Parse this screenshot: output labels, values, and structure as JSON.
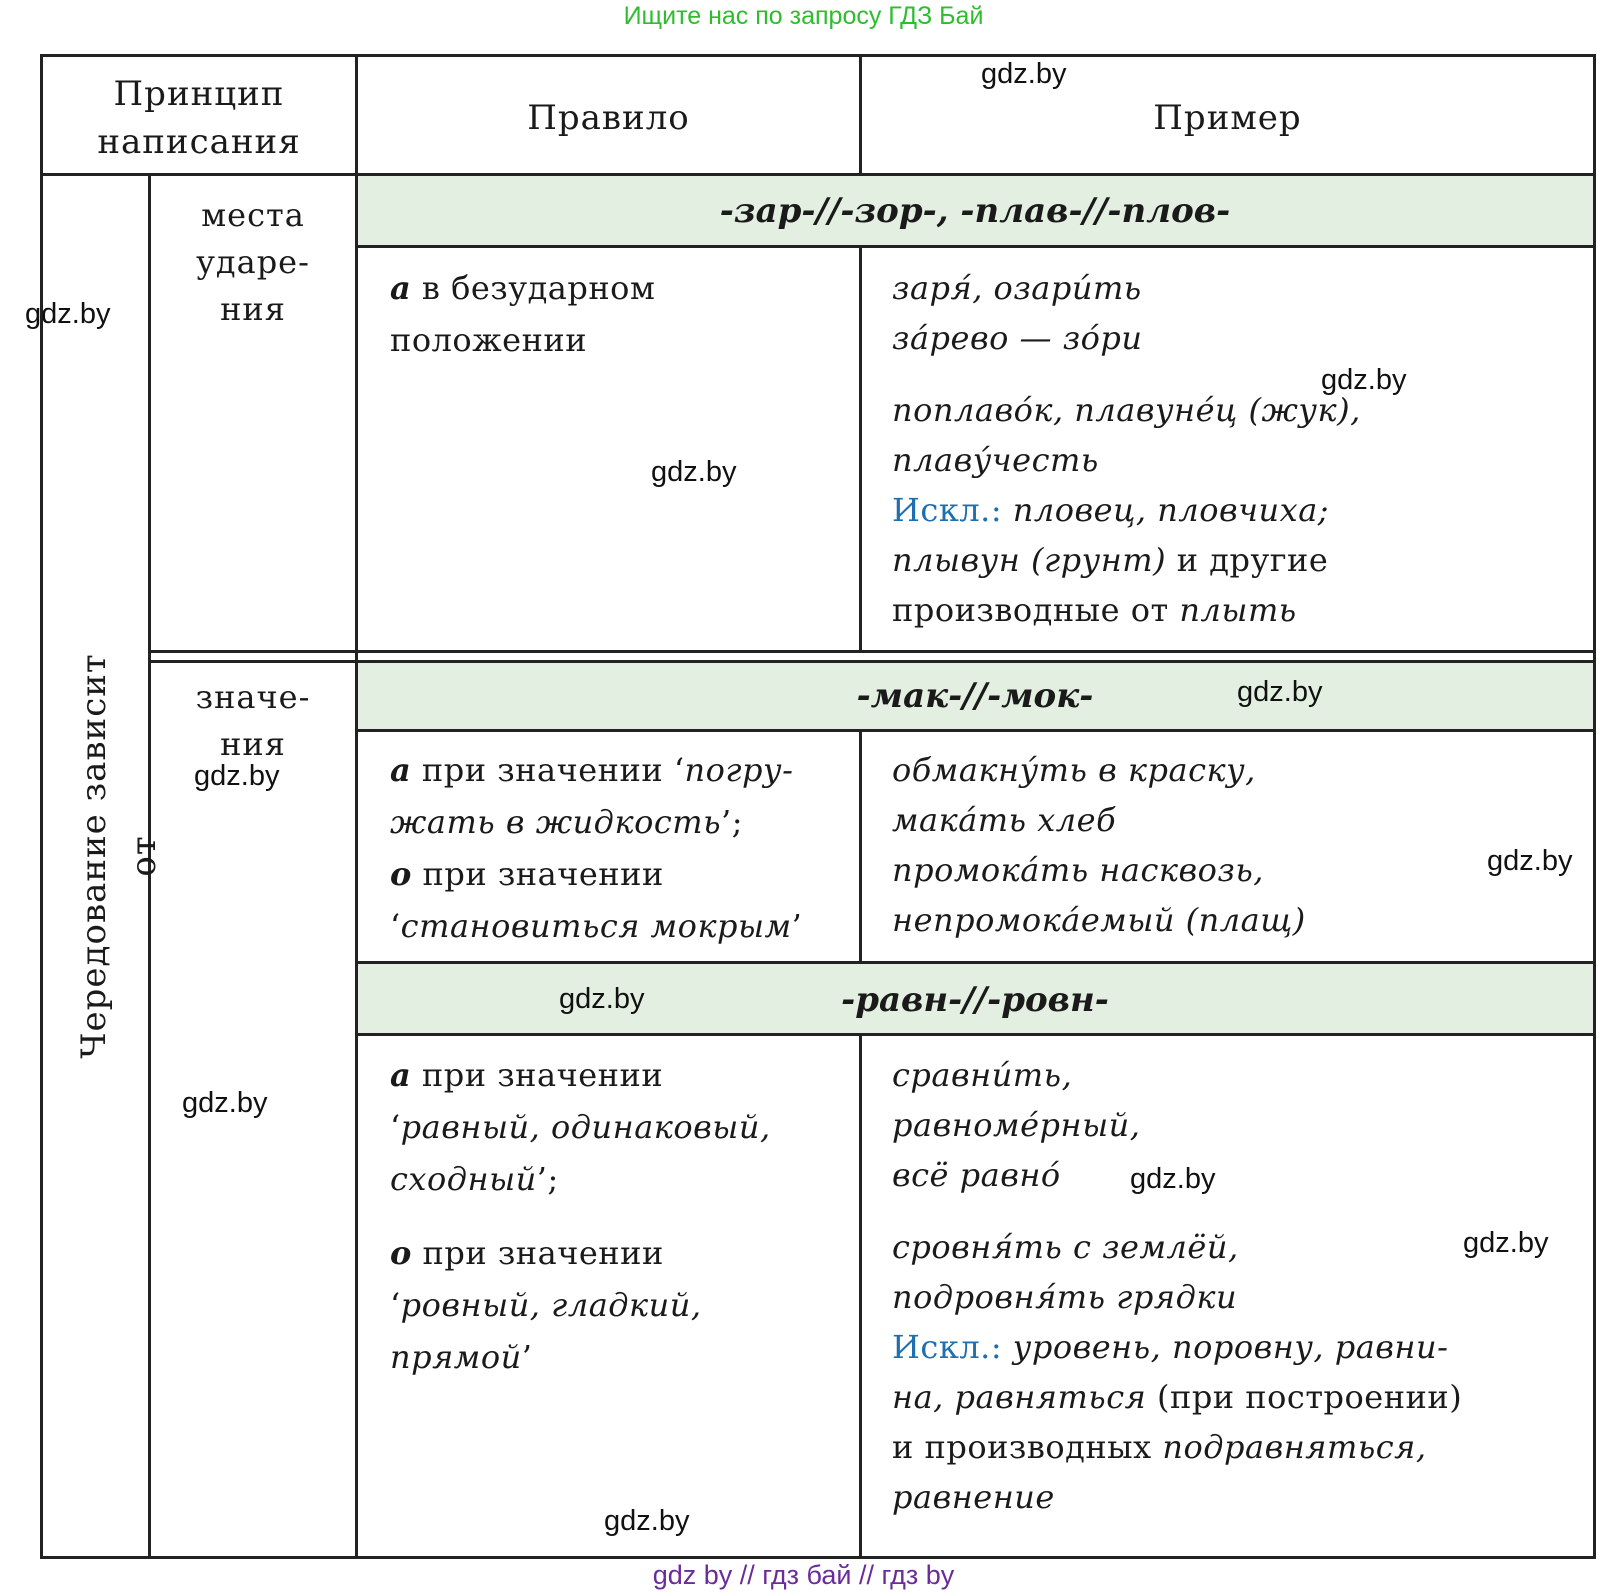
{
  "banner_top": "Ищите нас по запросу ГДЗ Бай",
  "banner_bottom": "gdz by  //  гдз бай  //  гдз by",
  "watermark": "gdz.by",
  "header": {
    "principle": [
      "Принцип",
      "написания"
    ],
    "rule": "Правило",
    "example": "Пример"
  },
  "side_label": "Чередование зависит от",
  "sections": [
    {
      "category": [
        "места",
        "ударе-",
        "ния"
      ],
      "root": "-зар-//-зор-, -плав-//-плов-",
      "rule_lines": [
        [
          {
            "t": "а",
            "s": "bi"
          },
          {
            "t": " в безударном",
            "s": ""
          }
        ],
        [
          {
            "t": "положении",
            "s": ""
          }
        ]
      ],
      "example_lines": [
        [
          {
            "t": "заря́, озари́ть",
            "s": "it"
          }
        ],
        [
          {
            "t": "за́рево — зо́ри",
            "s": "it"
          }
        ],
        [],
        [
          {
            "t": "поплаво́к, плавуне́ц (жук),",
            "s": "it"
          }
        ],
        [
          {
            "t": "плаву́честь",
            "s": "it"
          }
        ],
        [
          {
            "t": "Искл.: ",
            "s": "exc"
          },
          {
            "t": "пловец, пловчиха;",
            "s": "it"
          }
        ],
        [
          {
            "t": "плывун (грунт)",
            "s": "it"
          },
          {
            "t": " и другие",
            "s": ""
          }
        ],
        [
          {
            "t": "производные от ",
            "s": ""
          },
          {
            "t": "плыть",
            "s": "it"
          }
        ]
      ]
    },
    {
      "category": [
        "значе-",
        "ния"
      ],
      "subsections": [
        {
          "root": "-мак-//-мок-",
          "rule_lines": [
            [
              {
                "t": "а",
                "s": "bi"
              },
              {
                "t": " при значении ‘",
                "s": ""
              },
              {
                "t": "погру-",
                "s": "it"
              }
            ],
            [
              {
                "t": "жать в жидкость",
                "s": "it"
              },
              {
                "t": "’;",
                "s": ""
              }
            ],
            [
              {
                "t": "о",
                "s": "bi"
              },
              {
                "t": " при значении",
                "s": ""
              }
            ],
            [
              {
                "t": "‘",
                "s": ""
              },
              {
                "t": "становиться мокрым",
                "s": "it"
              },
              {
                "t": "’",
                "s": ""
              }
            ]
          ],
          "example_lines": [
            [
              {
                "t": "обмакну́ть в краску,",
                "s": "it"
              }
            ],
            [
              {
                "t": "мака́ть хлеб",
                "s": "it"
              }
            ],
            [
              {
                "t": "промока́ть насквозь,",
                "s": "it"
              }
            ],
            [
              {
                "t": "непромока́емый (плащ)",
                "s": "it"
              }
            ]
          ]
        },
        {
          "root": "-равн-//-ровн-",
          "rule_lines": [
            [
              {
                "t": "а",
                "s": "bi"
              },
              {
                "t": " при значении",
                "s": ""
              }
            ],
            [
              {
                "t": "‘",
                "s": ""
              },
              {
                "t": "равный, одинаковый,",
                "s": "it"
              }
            ],
            [
              {
                "t": "сходный",
                "s": "it"
              },
              {
                "t": "’;",
                "s": ""
              }
            ],
            [],
            [
              {
                "t": "о",
                "s": "bi"
              },
              {
                "t": " при значении",
                "s": ""
              }
            ],
            [
              {
                "t": "‘",
                "s": ""
              },
              {
                "t": "ровный, гладкий,",
                "s": "it"
              }
            ],
            [
              {
                "t": "прямой",
                "s": "it"
              },
              {
                "t": "’",
                "s": ""
              }
            ]
          ],
          "example_lines": [
            [
              {
                "t": "сравни́ть,",
                "s": "it"
              }
            ],
            [
              {
                "t": "равноме́рный,",
                "s": "it"
              }
            ],
            [
              {
                "t": "всё равно́",
                "s": "it"
              }
            ],
            [],
            [
              {
                "t": "сровня́ть с землёй,",
                "s": "it"
              }
            ],
            [
              {
                "t": "подровня́ть грядки",
                "s": "it"
              }
            ],
            [
              {
                "t": "Искл.: ",
                "s": "exc"
              },
              {
                "t": "уровень, поровну, равни-",
                "s": "it"
              }
            ],
            [
              {
                "t": "на, равняться",
                "s": "it"
              },
              {
                "t": " (при построении)",
                "s": ""
              }
            ],
            [
              {
                "t": "и производных ",
                "s": ""
              },
              {
                "t": "подравняться,",
                "s": "it"
              }
            ],
            [
              {
                "t": "равнение",
                "s": "it"
              }
            ]
          ]
        }
      ]
    }
  ]
}
